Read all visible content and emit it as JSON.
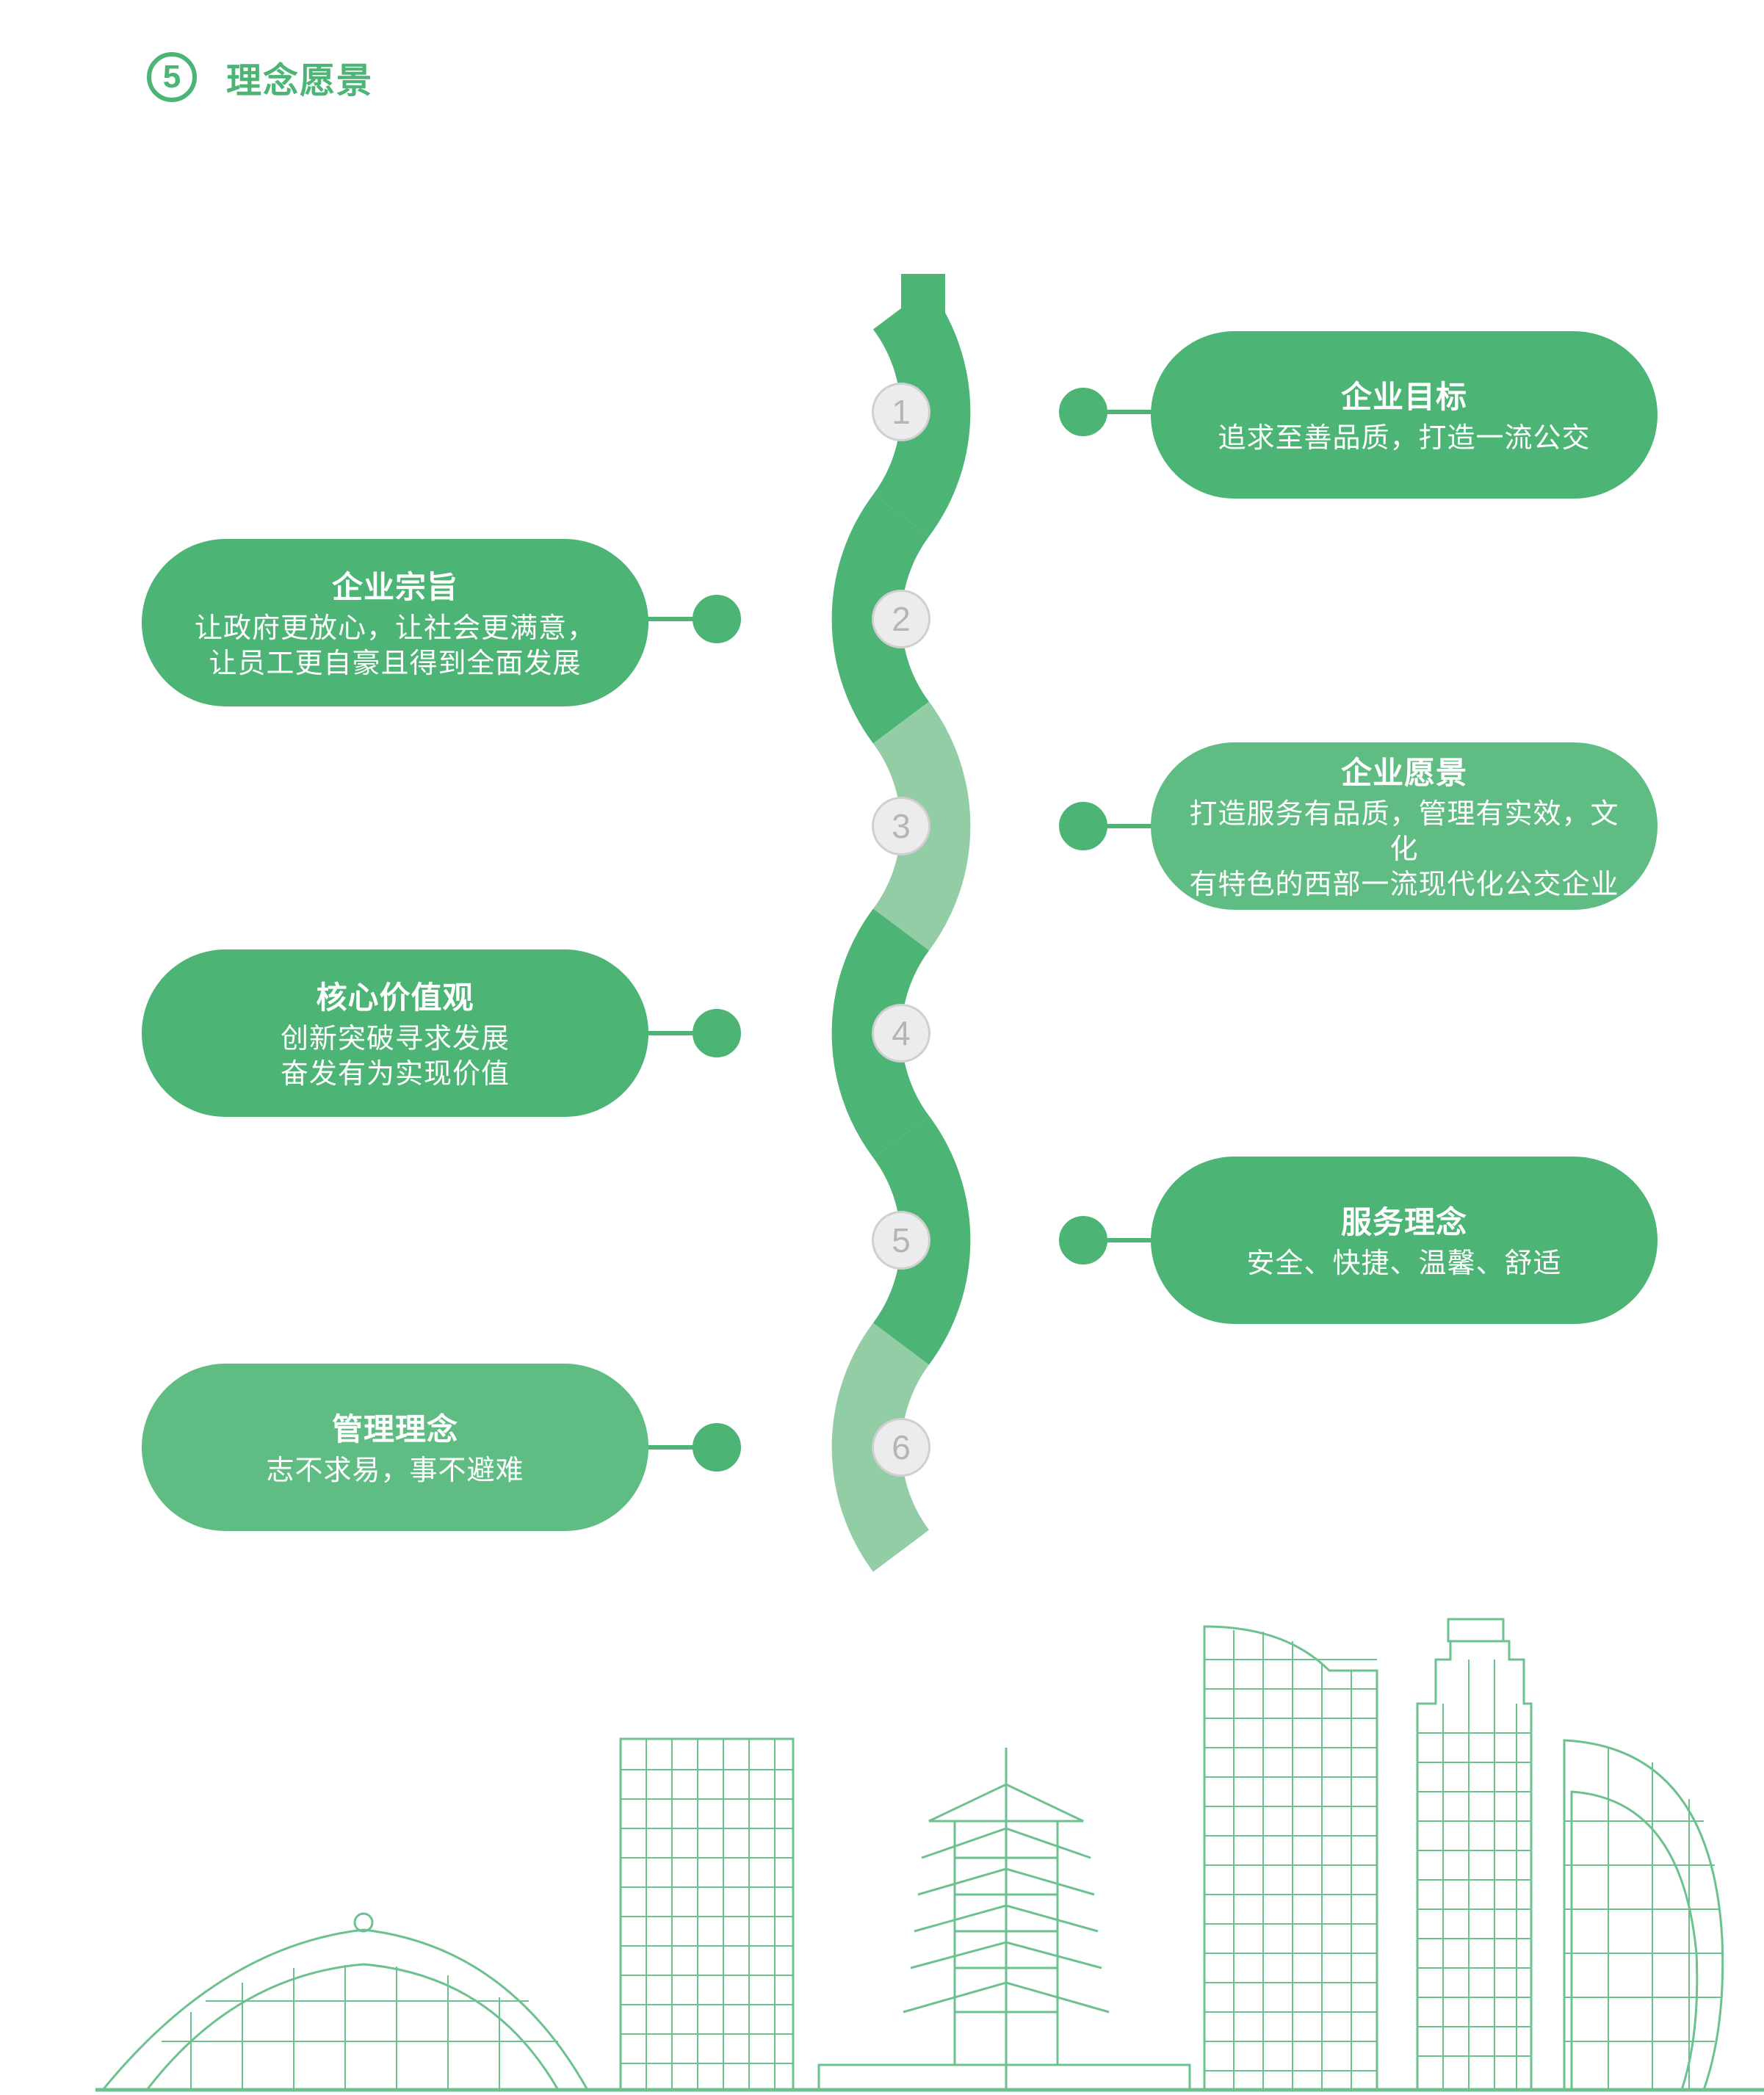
{
  "header": {
    "number": "5",
    "title": "理念愿景"
  },
  "steps": [
    {
      "num": "1",
      "title": "企业目标",
      "lines": [
        "追求至善品质，打造一流公交"
      ]
    },
    {
      "num": "2",
      "title": "企业宗旨",
      "lines": [
        "让政府更放心，让社会更满意，",
        "让员工更自豪且得到全面发展"
      ]
    },
    {
      "num": "3",
      "title": "企业愿景",
      "lines": [
        "打造服务有品质，管理有实效，文化",
        "有特色的西部一流现代化公交企业"
      ]
    },
    {
      "num": "4",
      "title": "核心价值观",
      "lines": [
        "创新突破寻求发展",
        "奋发有为实现价值"
      ]
    },
    {
      "num": "5",
      "title": "服务理念",
      "lines": [
        "安全、快捷、温馨、舒适"
      ]
    },
    {
      "num": "6",
      "title": "管理理念",
      "lines": [
        "志不求易，事不避难"
      ]
    }
  ],
  "colors": {
    "primary": "#4cb474",
    "light": "#93cda6",
    "pill_light": "#5fbd83"
  }
}
